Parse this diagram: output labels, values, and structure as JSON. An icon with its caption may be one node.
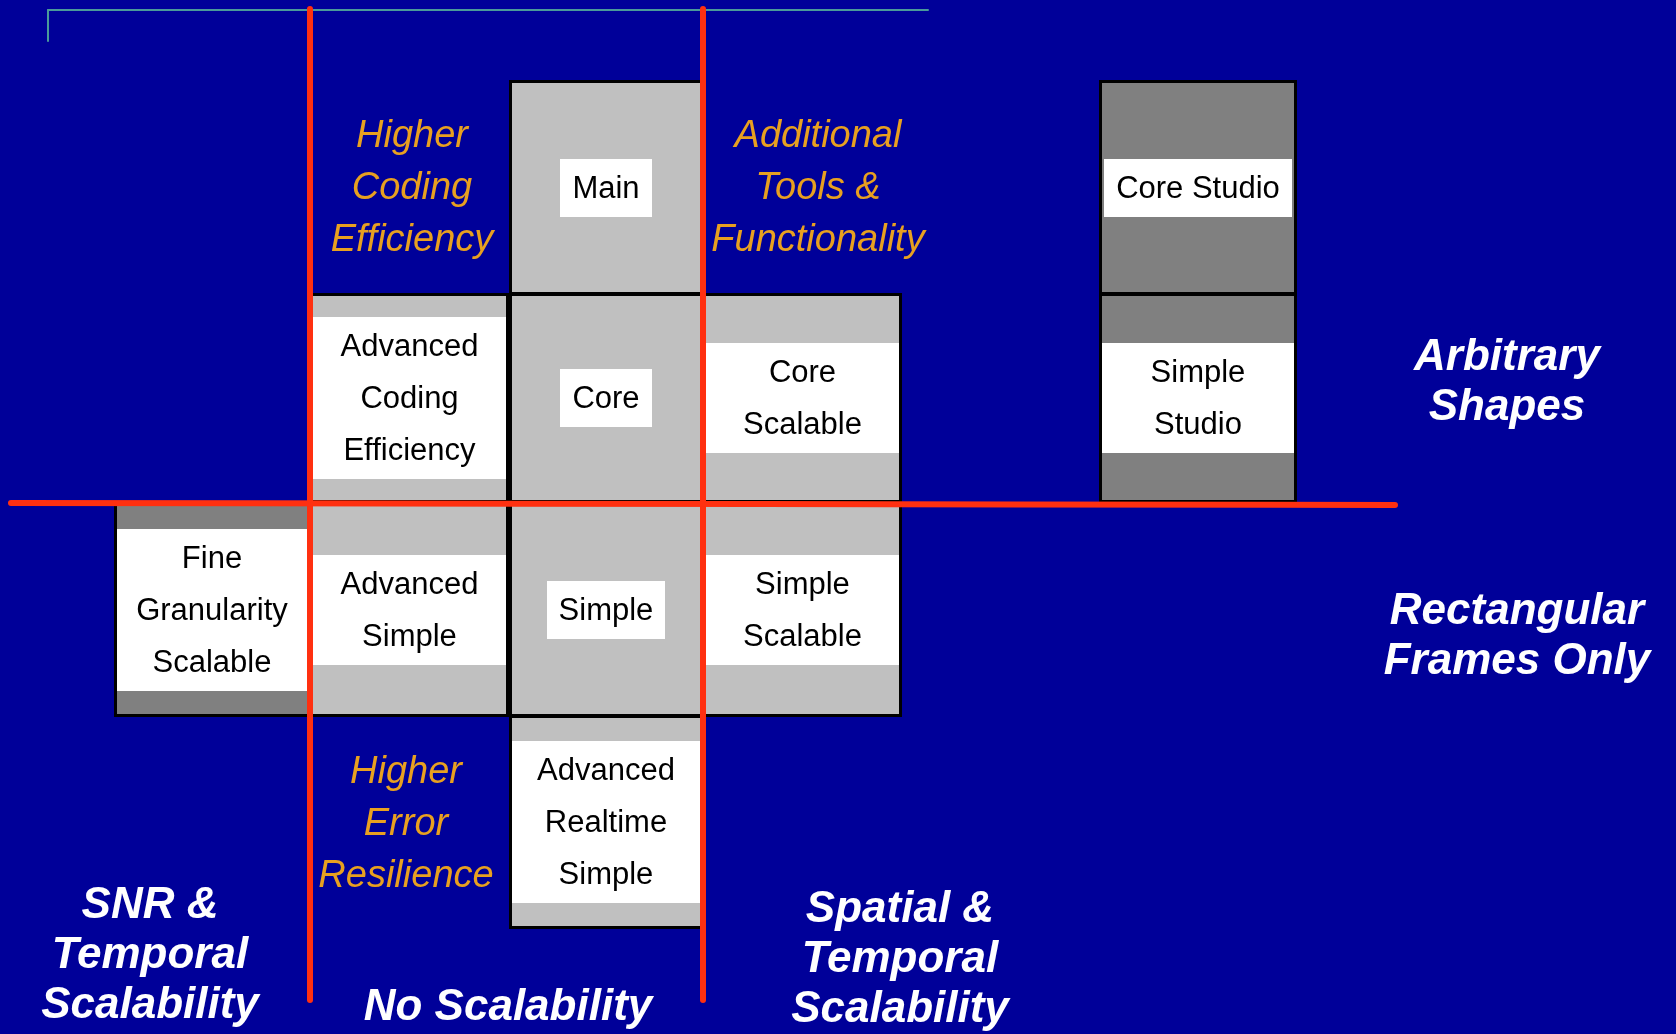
{
  "diagram": {
    "nodes": [
      {
        "text": [
          "Main"
        ]
      },
      {
        "text": [
          "Core Studio"
        ]
      },
      {
        "text": [
          "Advanced Coding Efficiency"
        ]
      },
      {
        "text": [
          "Core"
        ]
      },
      {
        "text": [
          "Core Scalable"
        ]
      },
      {
        "text": [
          "Simple Studio"
        ]
      },
      {
        "text": [
          "Fine Granularity Scalable"
        ]
      },
      {
        "text": [
          "Advanced Simple"
        ]
      },
      {
        "text": [
          "Simple"
        ]
      },
      {
        "text": [
          "Simple Scalable"
        ]
      },
      {
        "text": [
          "Advanced Realtime Simple"
        ]
      }
    ],
    "edges": [],
    "labels": [
      "Higher Coding Efficiency",
      "Additional Tools & Functionality",
      "Arbitrary Shapes",
      "Rectangular Frames Only",
      "Higher Error Resilience",
      "SNR & Temporal Scalability",
      "No Scalability",
      "Spatial & Temporal Scalability"
    ]
  }
}
